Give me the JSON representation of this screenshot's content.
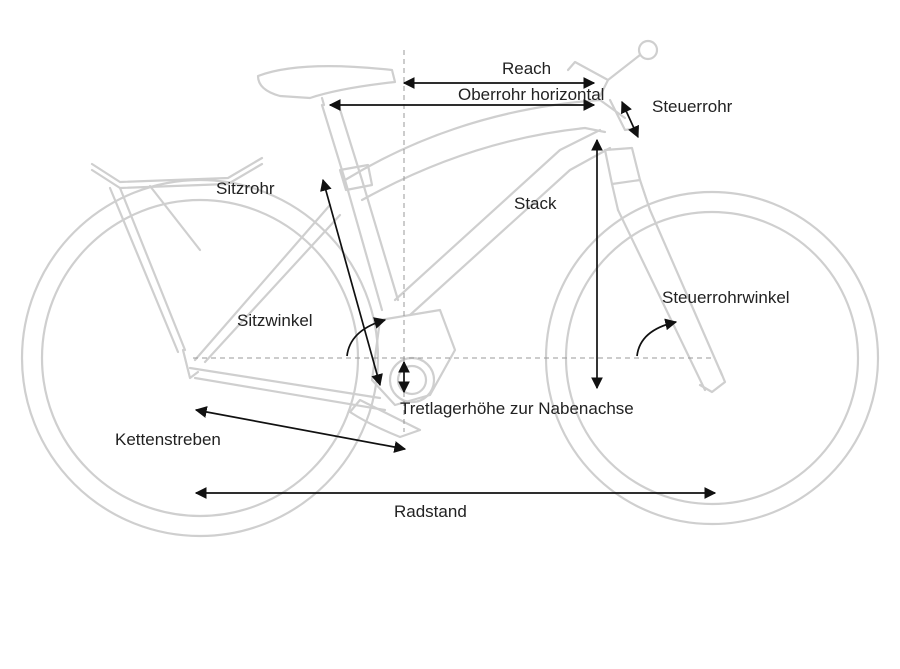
{
  "labels": {
    "reach": "Reach",
    "top_tube_horizontal": "Oberrohr horizontal",
    "head_tube": "Steuerrohr",
    "seat_tube": "Sitzrohr",
    "stack": "Stack",
    "seat_angle": "Sitzwinkel",
    "head_tube_angle": "Steuerrohrwinkel",
    "bb_height": "Tretlagerhöhe zur Nabenachse",
    "chainstays": "Kettenstreben",
    "wheelbase": "Radstand"
  },
  "colors": {
    "frame": "#cfcfcf",
    "arrows": "#111111",
    "text": "#222222"
  }
}
